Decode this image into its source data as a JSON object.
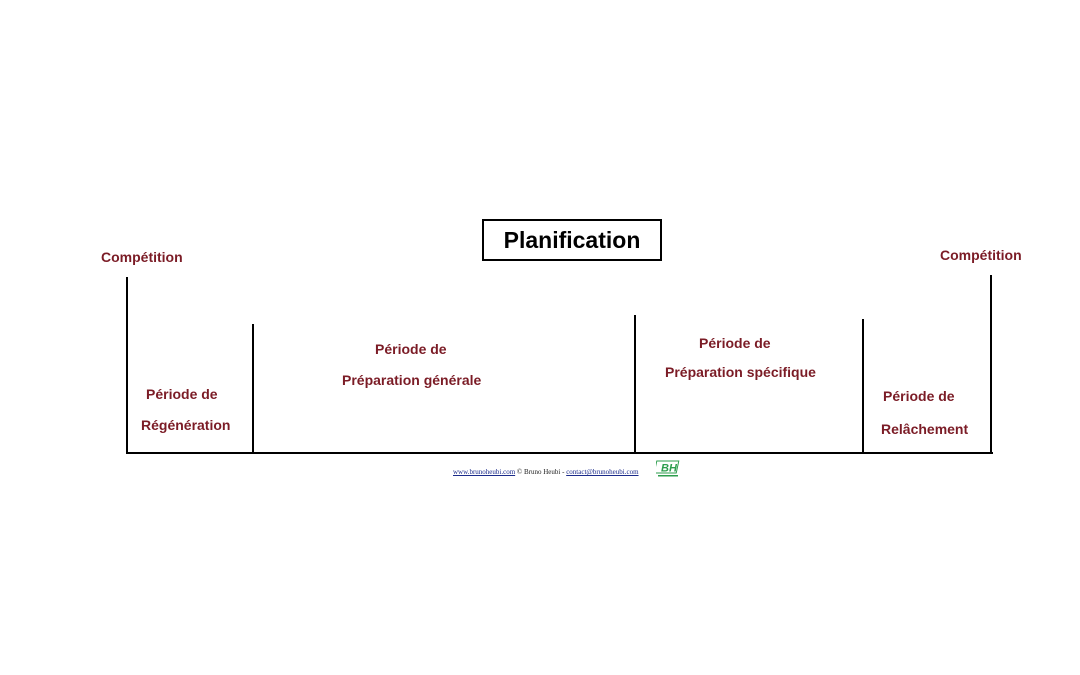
{
  "title": "Planification",
  "competition_left": "Compétition",
  "competition_right": "Compétition",
  "periods": [
    {
      "line1": "Période de",
      "line2": "Régénération"
    },
    {
      "line1": "Période de",
      "line2": "Préparation générale"
    },
    {
      "line1": "Période de",
      "line2": "Préparation spécifique"
    },
    {
      "line1": "Période de",
      "line2": "Relâchement"
    }
  ],
  "footer": {
    "website": "www.brunoheubi.com",
    "copyright": "© Bruno Heubi",
    "separator": "-",
    "email": "contact@brunoheubi.com"
  },
  "logo": {
    "letters": "BH"
  },
  "colors": {
    "label": "#7b1c26",
    "logo": "#2e9e4e",
    "line": "#000000"
  }
}
